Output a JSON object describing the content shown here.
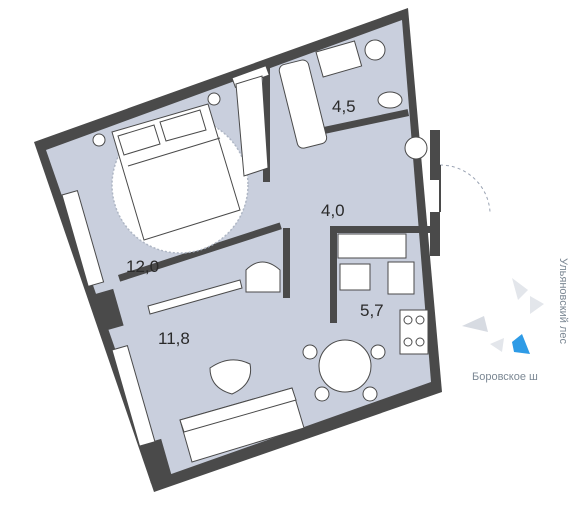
{
  "rooms": [
    {
      "id": "bedroom",
      "area": "12,0"
    },
    {
      "id": "living-kitchen",
      "area": "11,8"
    },
    {
      "id": "bathroom",
      "area": "4,5"
    },
    {
      "id": "hallway",
      "area": "4,0"
    },
    {
      "id": "kitchen",
      "area": "5,7"
    }
  ],
  "compass": {
    "forest_label": "Ульяновский лес",
    "highway_label": "Боровское ш"
  },
  "colors": {
    "floor": "#c9cfdd",
    "wall": "#4a4a4a",
    "furniture": "#ffffff",
    "accent": "#2e9be6"
  }
}
